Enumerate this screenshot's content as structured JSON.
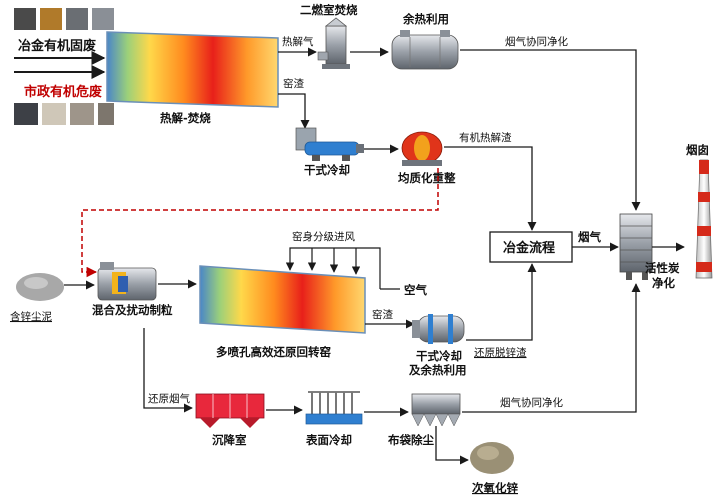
{
  "labels": {
    "metallurgy_organic_solid_waste": "冶金有机固废",
    "municipal_organic_hazardous_waste": "市政有机危废",
    "pyrolysis_incineration": "热解-焚烧",
    "pyrolysis_gas": "热解气",
    "secondary_combustion_chamber": "二燃室焚烧",
    "waste_heat_utilization": "余热利用",
    "flue_gas_co_purification_top": "烟气协同净化",
    "kiln_slag_top": "窑渣",
    "dry_cooling_top": "干式冷却",
    "homogenization_reconstruction": "均质化重整",
    "organic_pyrolysis_slag": "有机热解渣",
    "metallurgy_process": "冶金流程",
    "flue_gas": "烟气",
    "chimney": "烟囱",
    "activated_carbon_purification_1": "活性炭",
    "activated_carbon_purification_2": "净化",
    "kiln_staged_air_intake": "窑身分级进风",
    "air": "空气",
    "zinc_dust_sludge": "含锌尘泥",
    "mixing_granulation": "混合及扰动制粒",
    "multi_nozzle_rotary_kiln": "多喷孔高效还原回转窑",
    "kiln_slag_mid": "窑渣",
    "dry_cooling_heat_1": "干式冷却",
    "dry_cooling_heat_2": "及余热利用",
    "dezinced_slag": "还原脱锌渣",
    "reduction_flue_gas": "还原烟气",
    "settling_chamber": "沉降室",
    "surface_cooling": "表面冷却",
    "bag_dust_removal": "布袋除尘",
    "flue_gas_co_purification_bottom": "烟气协同净化",
    "zinc_oxide": "次氧化锌"
  },
  "colors": {
    "arrow": "#1a1a1a",
    "recycle_dashed": "#c00000",
    "hazard_text": "#c00000",
    "kiln_hot": "#e8201a",
    "kiln_mid": "#ffb000",
    "kiln_cool": "#4a86c8",
    "settling_red": "#e8283c",
    "cooler_blue": "#2f7fd0",
    "mill_red": "#e0341a"
  }
}
